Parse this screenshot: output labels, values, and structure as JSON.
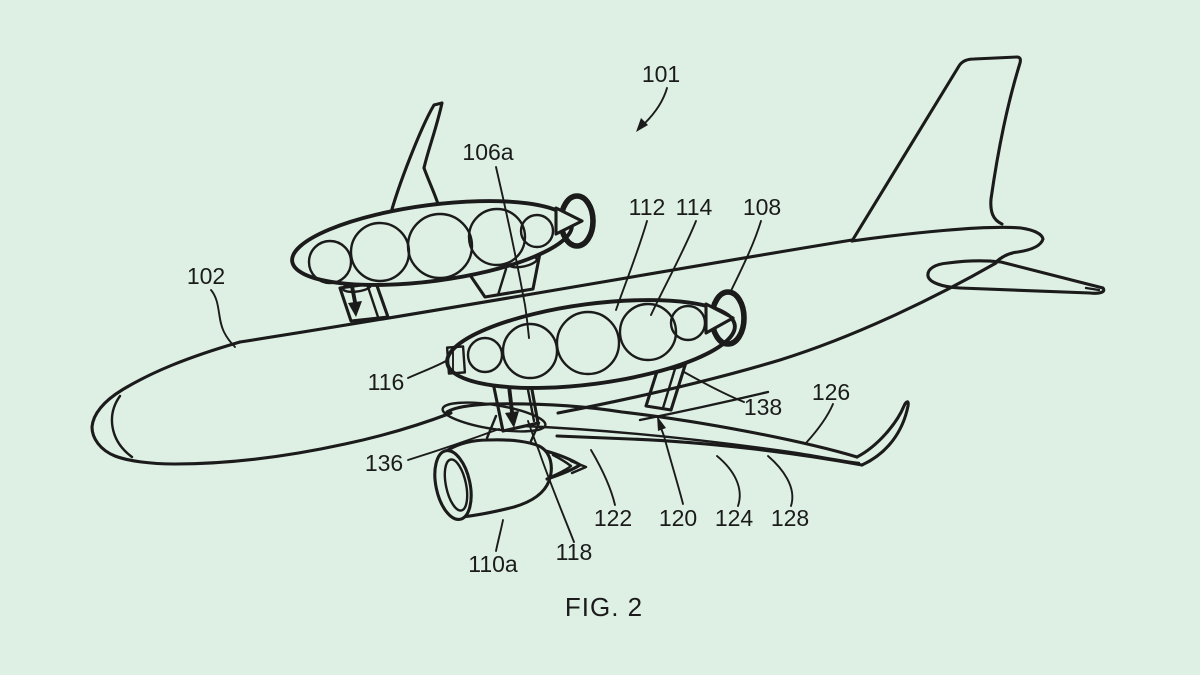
{
  "figure": {
    "caption": "FIG. 2",
    "type": "patent-line-drawing",
    "subject": "aircraft side view with two overwing fuel-pods, tank spheres, fan rings, pylons and a turbofan engine"
  },
  "colors": {
    "background": "#def0e4",
    "ink": "#1b1b1b"
  },
  "labels": {
    "101": "101",
    "102": "102",
    "106a": "106a",
    "108": "108",
    "110a": "110a",
    "112": "112",
    "114": "114",
    "116": "116",
    "118": "118",
    "120": "120",
    "122": "122",
    "124": "124",
    "126": "126",
    "128": "128",
    "136": "136",
    "138": "138"
  }
}
